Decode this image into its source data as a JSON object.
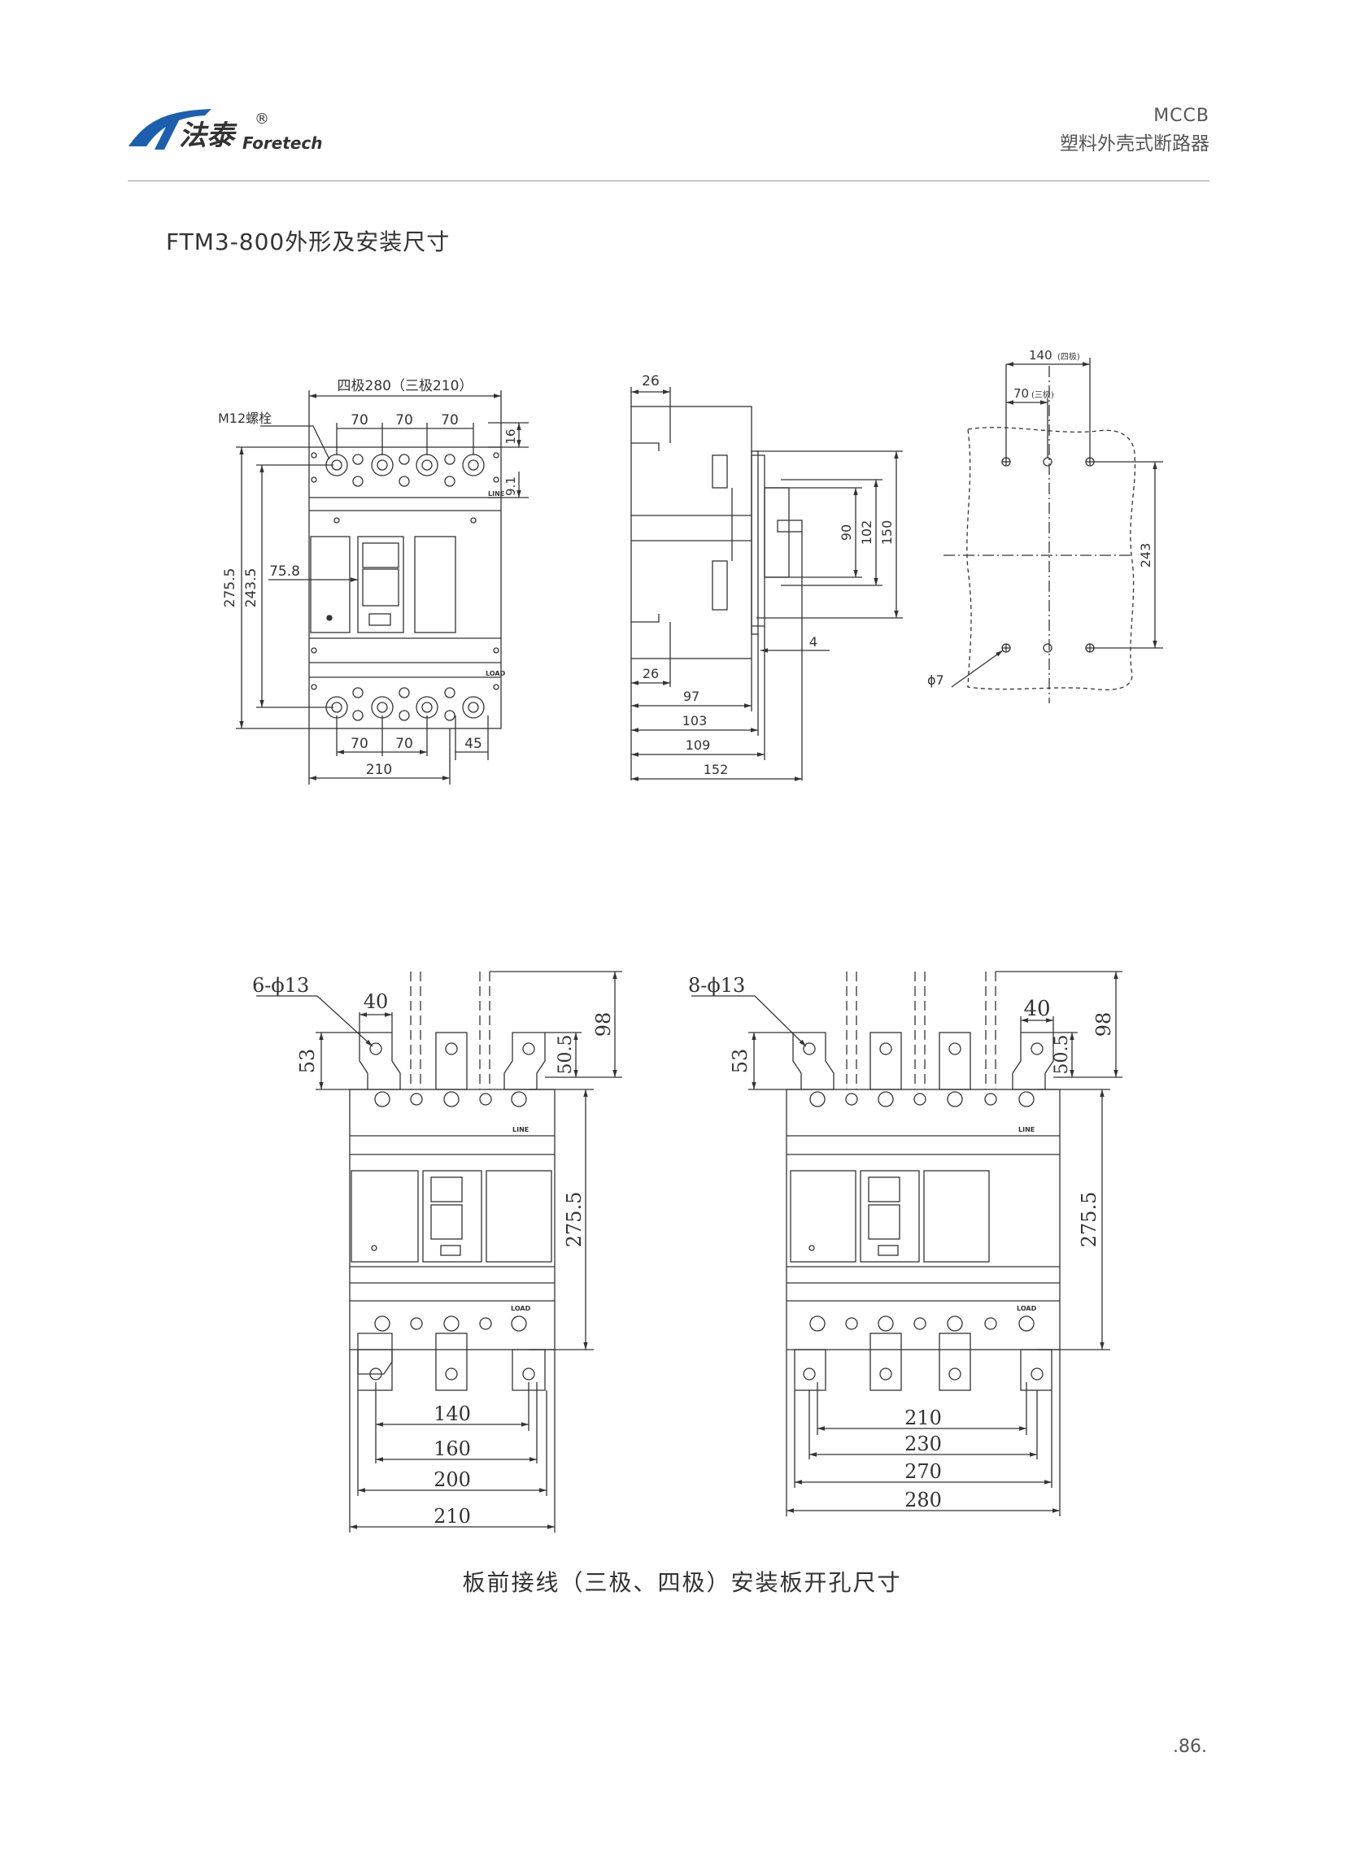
{
  "header": {
    "brand_cn": "法泰",
    "brand_en": "Foretech",
    "registered": "®",
    "product_code": "MCCB",
    "product_name": "塑料外壳式断路器"
  },
  "page_title": "FTM3-800外形及安装尺寸",
  "caption": "板前接线（三极、四极）安装板开孔尺寸",
  "page_number": ".86.",
  "front_view": {
    "width_label": "四极280（三极210）",
    "bolt_label": "M12螺栓",
    "top_pitch": [
      "70",
      "70",
      "70"
    ],
    "right_dims": [
      "16",
      "9.1"
    ],
    "left_dims": [
      "275.5",
      "243.5",
      "75.8"
    ],
    "line_label": "LINE",
    "load_label": "LOAD",
    "bottom_pitch": [
      "70",
      "70",
      "45"
    ],
    "bottom_width": "210"
  },
  "side_view": {
    "top_dim": "26",
    "right_dims": [
      "90",
      "102",
      "150"
    ],
    "dim_4": "4",
    "bottom_dims": [
      "26",
      "97",
      "103",
      "109",
      "152"
    ]
  },
  "hole_view": {
    "dim_140": "140",
    "dim_140_note": "(四极)",
    "dim_70": "70",
    "dim_70_note": "(三极)",
    "dim_243": "243",
    "hole_label": "ϕ7"
  },
  "plate3": {
    "hole_label": "6-ϕ13",
    "dim_40": "40",
    "dim_53": "53",
    "dim_505": "50.5",
    "dim_98": "98",
    "dim_2755": "275.5",
    "line_label": "LINE",
    "load_label": "LOAD",
    "bottom_dims": [
      "140",
      "160",
      "200",
      "210"
    ]
  },
  "plate4": {
    "hole_label": "8-ϕ13",
    "dim_40": "40",
    "dim_53": "53",
    "dim_505": "50.5",
    "dim_98": "98",
    "dim_2755": "275.5",
    "line_label": "LINE",
    "load_label": "LOAD",
    "bottom_dims": [
      "210",
      "230",
      "270",
      "280"
    ]
  }
}
